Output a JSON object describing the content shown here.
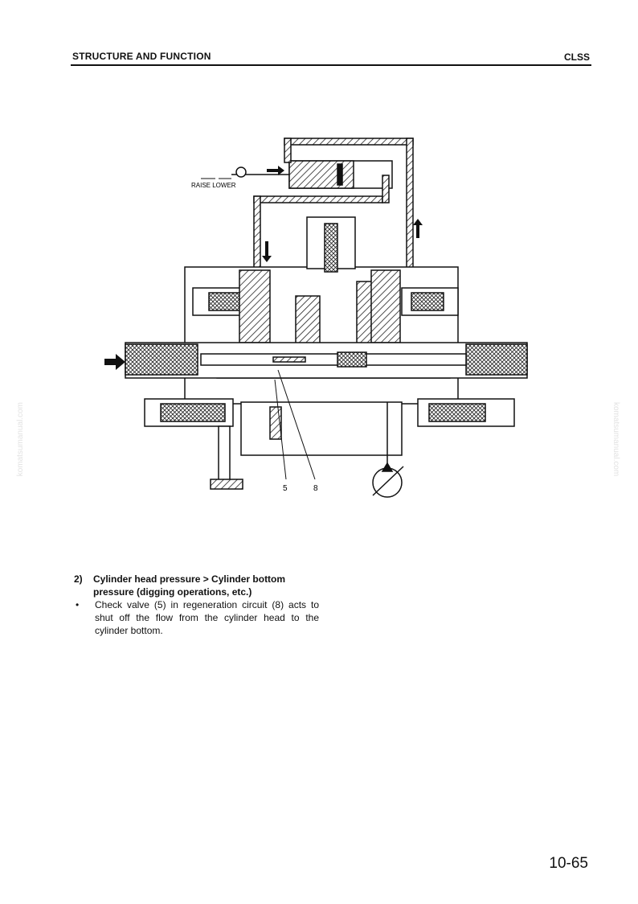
{
  "header": {
    "left": "STRUCTURE AND FUNCTION",
    "right": "CLSS"
  },
  "diagram": {
    "lever_labels": "RAISE  LOWER",
    "callouts": [
      "5",
      "8"
    ]
  },
  "section": {
    "number": "2)",
    "title": "Cylinder head pressure > Cylinder bottom pressure (digging operations, etc.)",
    "bullet_symbol": "•",
    "bullet": "Check valve (5) in regeneration circuit (8) acts to shut off the flow from the cylinder head to the cylinder bottom."
  },
  "watermark": "komatsumanual.com",
  "page_number": "10-65"
}
